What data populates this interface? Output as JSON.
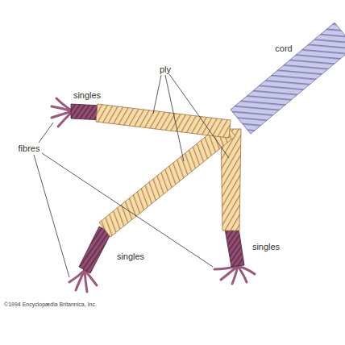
{
  "diagram": {
    "labels": [
      "cord",
      "ply",
      "singles",
      "fibres",
      "singles",
      "singles",
      "©1994 Encyclopædia Britannica, Inc."
    ]
  }
}
